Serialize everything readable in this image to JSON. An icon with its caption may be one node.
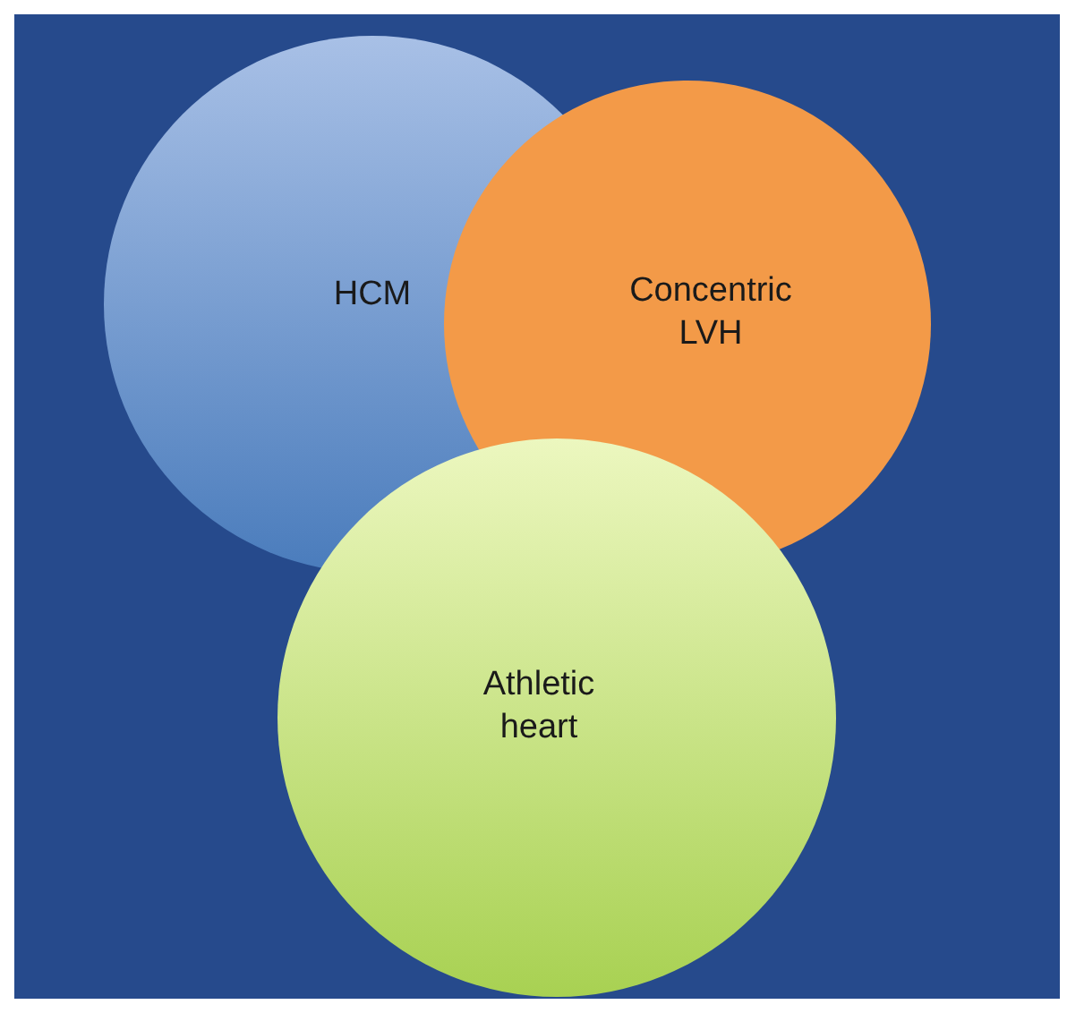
{
  "diagram": {
    "nodes": [
      {
        "text": [
          "HCM"
        ]
      },
      {
        "text": [
          "Concentric LVH"
        ]
      },
      {
        "text": [
          "Athletic heart"
        ]
      }
    ],
    "edges": []
  }
}
